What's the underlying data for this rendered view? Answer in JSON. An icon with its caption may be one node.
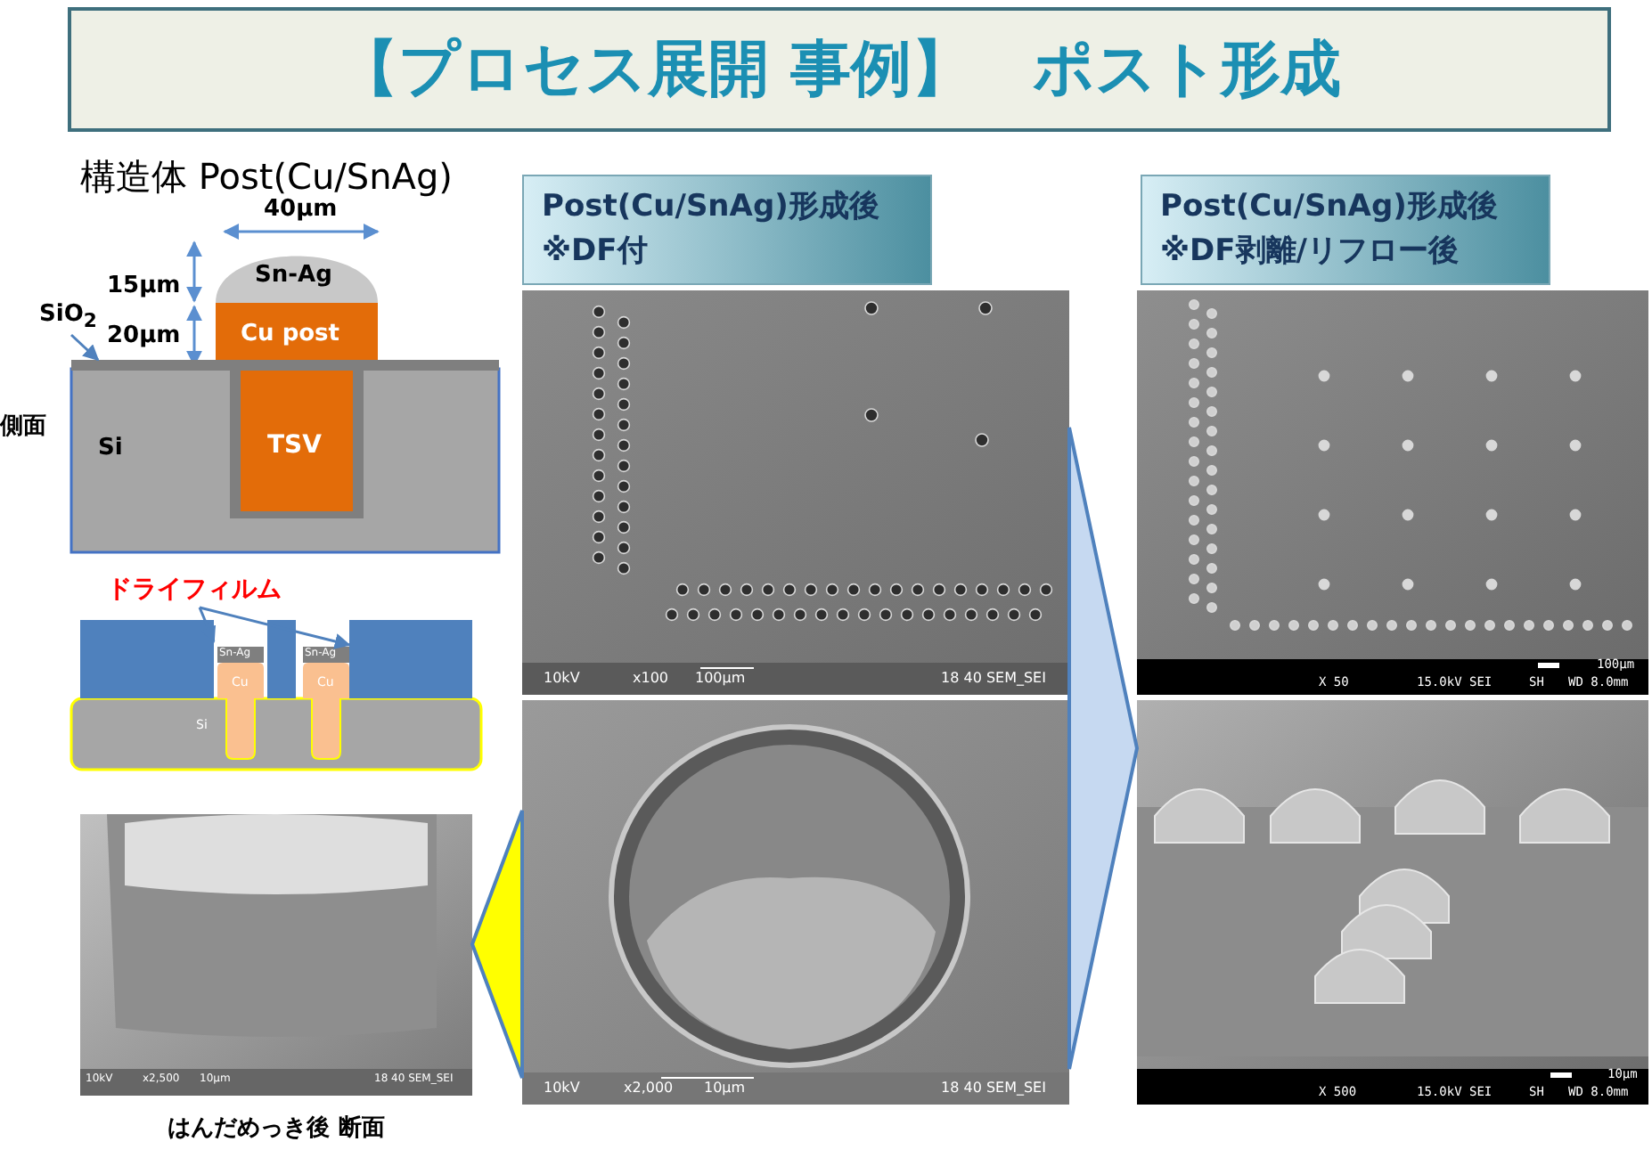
{
  "diagram": {
    "title": "【プロセス展開 事例】　ポスト形成",
    "nodes": [
      {
        "text": [
          "Post(Cu/SnAg)形成後",
          "※DF付"
        ]
      },
      {
        "text": [
          "Post(Cu/SnAg)形成後",
          "※DF剥離/リフロー後"
        ]
      },
      {
        "text": [],
        "shape": "picture"
      },
      {
        "text": [],
        "shape": "picture"
      },
      {
        "text": [],
        "shape": "picture"
      },
      {
        "text": [],
        "shape": "picture"
      },
      {
        "text": [],
        "shape": "picture",
        "beside": [
          "はんだめっき後 断面"
        ]
      },
      {
        "text": [
          "SiO$_{2}$"
        ]
      },
      {
        "text": [],
        "shape": "bar"
      },
      {
        "text": [
          "ドライフィルム"
        ]
      },
      {
        "text": [],
        "shape": "box"
      },
      {
        "text": [],
        "shape": "box"
      },
      {
        "text": [],
        "shape": "box"
      }
    ],
    "edges": [
      {
        "from": 2,
        "to": 4,
        "arrow": "to"
      },
      {
        "from": 3,
        "to": 6,
        "arrow": "to"
      },
      {
        "from": 7,
        "to": 8,
        "arrow": "to"
      },
      {
        "from": 9,
        "to": 10,
        "arrow": "to"
      },
      {
        "from": 9,
        "to": 12,
        "arrow": "to"
      }
    ],
    "labels": [
      "構造体 Post(Cu/SnAg)",
      "40μm",
      "15μm",
      "20μm",
      "Sn-Ag",
      "Cu post",
      "側面",
      "Si",
      "TSV",
      "Sn-Ag",
      "Sn-Ag",
      "Cu",
      "Cu",
      "Si",
      "10kV",
      "x100",
      "100μm",
      "18 40 SEM_SEI",
      "10kV",
      "x2,000",
      "10μm",
      "18 40 SEM_SEI",
      "10kV",
      "x2,500",
      "10μm",
      "18 40 SEM_SEI",
      "100μm",
      "X 50",
      "15.0kV SEI",
      "SH",
      "WD 8.0mm",
      "10μm",
      "X 500",
      "15.0kV SEI",
      "SH",
      "WD 8.0mm"
    ]
  }
}
